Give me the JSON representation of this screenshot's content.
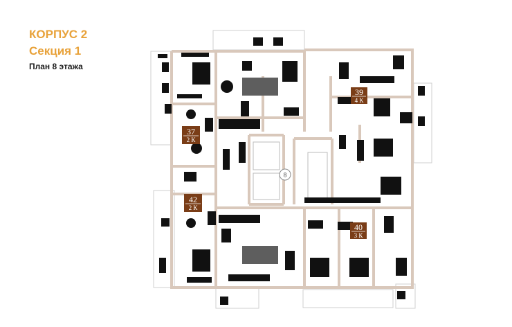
{
  "header": {
    "building": "КОРПУС 2",
    "section": "Секция 1",
    "floor_plan": "План 8 этажа"
  },
  "stair_number": "8",
  "colors": {
    "accent": "#e8a23a",
    "badge": "#7a3d17",
    "wall": "#d9c8bb",
    "furniture": "#111111",
    "table": "#5e5e5e"
  },
  "apartments": [
    {
      "id": "apt-39",
      "number": "39",
      "type": "4 К"
    },
    {
      "id": "apt-37",
      "number": "37",
      "type": "2 К"
    },
    {
      "id": "apt-42",
      "number": "42",
      "type": "2 К"
    },
    {
      "id": "apt-40",
      "number": "40",
      "type": "3 К"
    }
  ]
}
